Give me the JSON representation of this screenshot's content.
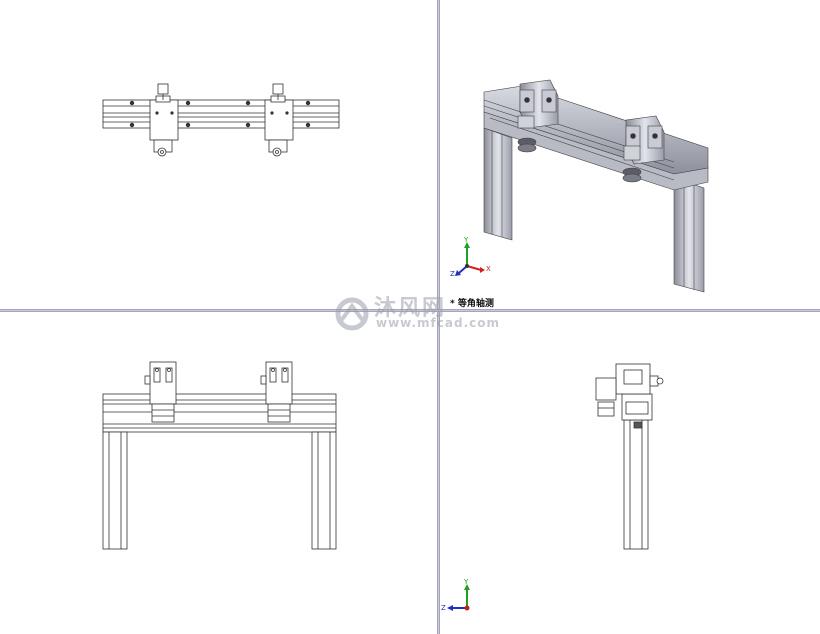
{
  "views": {
    "iso_label": "* 等角轴测",
    "top": {
      "name": "top-view"
    },
    "iso": {
      "name": "isometric-view"
    },
    "front": {
      "name": "front-view"
    },
    "side": {
      "name": "side-view"
    }
  },
  "triad": {
    "iso": {
      "y": "Y",
      "x": "X",
      "z": "Z"
    },
    "side": {
      "y": "Y",
      "z": "Z"
    }
  },
  "watermark": {
    "title": "沐风网",
    "url": "www.mfcad.com"
  },
  "colors": {
    "split": "#8f8fa8",
    "line": "#333333",
    "axis_x": "#d02020",
    "axis_y": "#20a020",
    "axis_z": "#2030c0"
  }
}
